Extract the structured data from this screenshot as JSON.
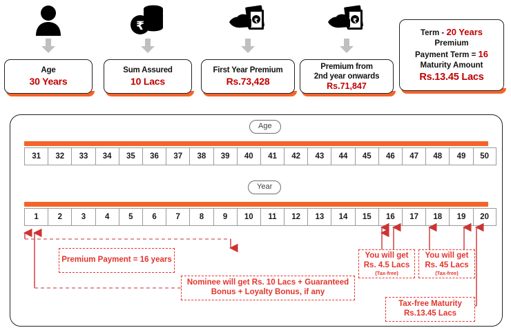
{
  "summary_cards": [
    {
      "icon": "person-icon",
      "label": "Age",
      "value": "30 Years"
    },
    {
      "icon": "rupee-coins-icon",
      "label": "Sum Assured",
      "value": "10 Lacs"
    },
    {
      "icon": "hand-cash-icon",
      "label": "First Year Premium",
      "value": "Rs.73,428"
    },
    {
      "icon": "hand-cash-icon",
      "label_line1": "Premium from",
      "label_line2": "2nd year onwards",
      "value": "Rs.71,847"
    }
  ],
  "term_card": {
    "term_label": "Term  - ",
    "term_value": "20 Years",
    "premium_label": "Premium",
    "payment_term_label": "Payment Term = ",
    "payment_term_value": "16",
    "maturity_label": "Maturity Amount",
    "maturity_value": "Rs.13.45 Lacs"
  },
  "timeline": {
    "age_pill": "Age",
    "year_pill": "Year",
    "age_values": [
      "31",
      "32",
      "33",
      "34",
      "35",
      "36",
      "37",
      "38",
      "39",
      "40",
      "41",
      "42",
      "43",
      "44",
      "45",
      "46",
      "47",
      "48",
      "49",
      "50"
    ],
    "year_values": [
      "1",
      "2",
      "3",
      "4",
      "5",
      "6",
      "7",
      "8",
      "9",
      "10",
      "11",
      "12",
      "13",
      "14",
      "15",
      "16",
      "17",
      "18",
      "19",
      "20"
    ]
  },
  "callouts": {
    "premium_payment": "Premium Payment = 16 years",
    "nominee_line1": "Nominee will get Rs. 10 Lacs + Guaranteed",
    "nominee_line2": "Bonus + Loyalty Bonus, if any",
    "payout_16_line1": "You will get",
    "payout_16_line2": "Rs. 4.5 Lacs",
    "payout_16_note": "(Tax-free)",
    "payout_18_line1": "You will get",
    "payout_18_line2": "Rs. 45 Lacs",
    "payout_18_note": "(Tax-free)",
    "maturity_line1": "Tax-free Maturity",
    "maturity_line2": "Rs.13.45 Lacs"
  },
  "colors": {
    "orange": "#F4642A",
    "red": "#C00000",
    "callout_red": "#E2342C",
    "arrow_gray": "#BFBFBF",
    "ink": "#111111"
  }
}
